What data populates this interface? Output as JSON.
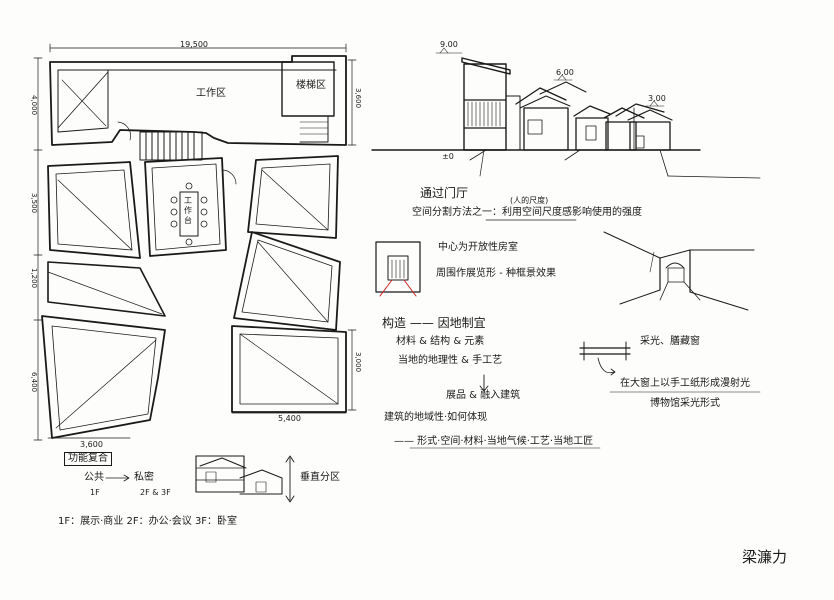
{
  "plan": {
    "dims": {
      "top": "19,500",
      "bottom": "5,400",
      "left_1": "4,000",
      "left_2": "3,500",
      "left_3": "1,200",
      "left_4": "6,400",
      "right_1": "3,600",
      "right_2": "3,000",
      "bottom_left": "3,600"
    },
    "labels": {
      "workshop": "工作区",
      "stairs": "楼梯区",
      "table": "工作台"
    }
  },
  "section": {
    "level_marks": [
      "9.00",
      "6.00",
      "3.00",
      "±0"
    ]
  },
  "notes": {
    "passage": "通过门厅",
    "light_annot": "(人的尺度)",
    "space_division": "空间分割方法之一：利用空间尺度感影响使用的强度",
    "open_room": "中心为开放性房室",
    "surround": "周围作展览形 - 种框景效果",
    "lighting": "采光、膳藏窗",
    "construct_title": "构造 —— 因地制宜",
    "materials": "材料 & 结构 & 元素",
    "local": "当地的地理性 & 手工艺",
    "result": "展品 & 融入建筑",
    "architecture_nature": "建筑的地域性·如何体现",
    "form_list": "—— 形式·空间·材料·当地气候·工艺·当地工匠",
    "craft_light": "在大窗上以手工纸形成漫射光",
    "museum_light": "博物馆采光形式",
    "function_box": "功能复合",
    "public": "公共",
    "private": "私密",
    "floor_1": "1F",
    "floor_23": "2F & 3F",
    "zoning": "垂直分区",
    "floors": "1F：展示·商业    2F：办公·会议    3F：卧室",
    "signature": "梁濂力"
  }
}
